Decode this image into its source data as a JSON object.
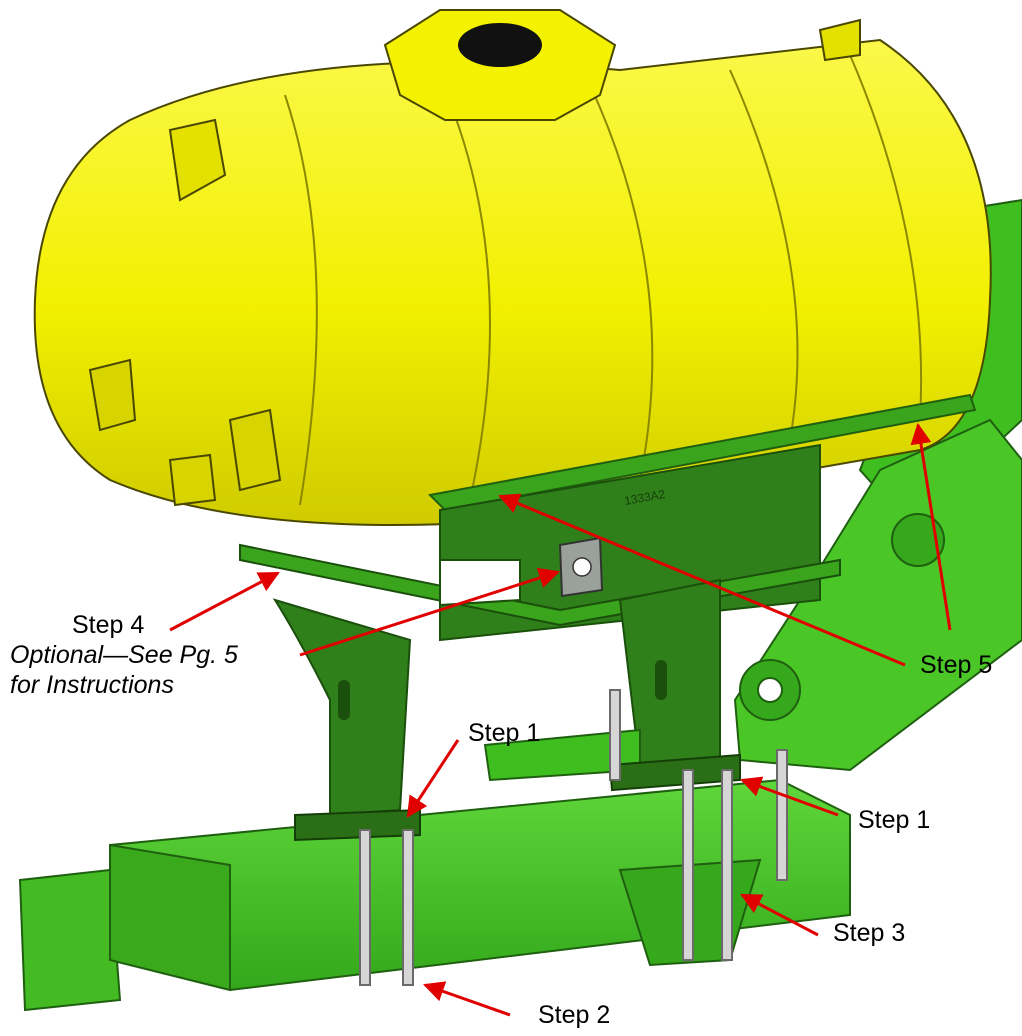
{
  "colors": {
    "tank_yellow": "#f2f000",
    "tank_yellow_shade": "#c9c400",
    "frame_green": "#3fbf1f",
    "frame_green_dark": "#2e8f17",
    "bracket_green": "#2f7f1a",
    "arrow_red": "#e00000",
    "bolt_gray": "#d6d6d6",
    "cap_black": "#111111"
  },
  "labels": {
    "step4": "Step 4",
    "optional_line1": "Optional—See Pg. 5",
    "optional_line2": "for Instructions",
    "step1_left": "Step 1",
    "step1_right": "Step 1",
    "step5": "Step 5",
    "step3": "Step 3",
    "step2": "Step 2"
  },
  "bracket_marking": "1333A2"
}
